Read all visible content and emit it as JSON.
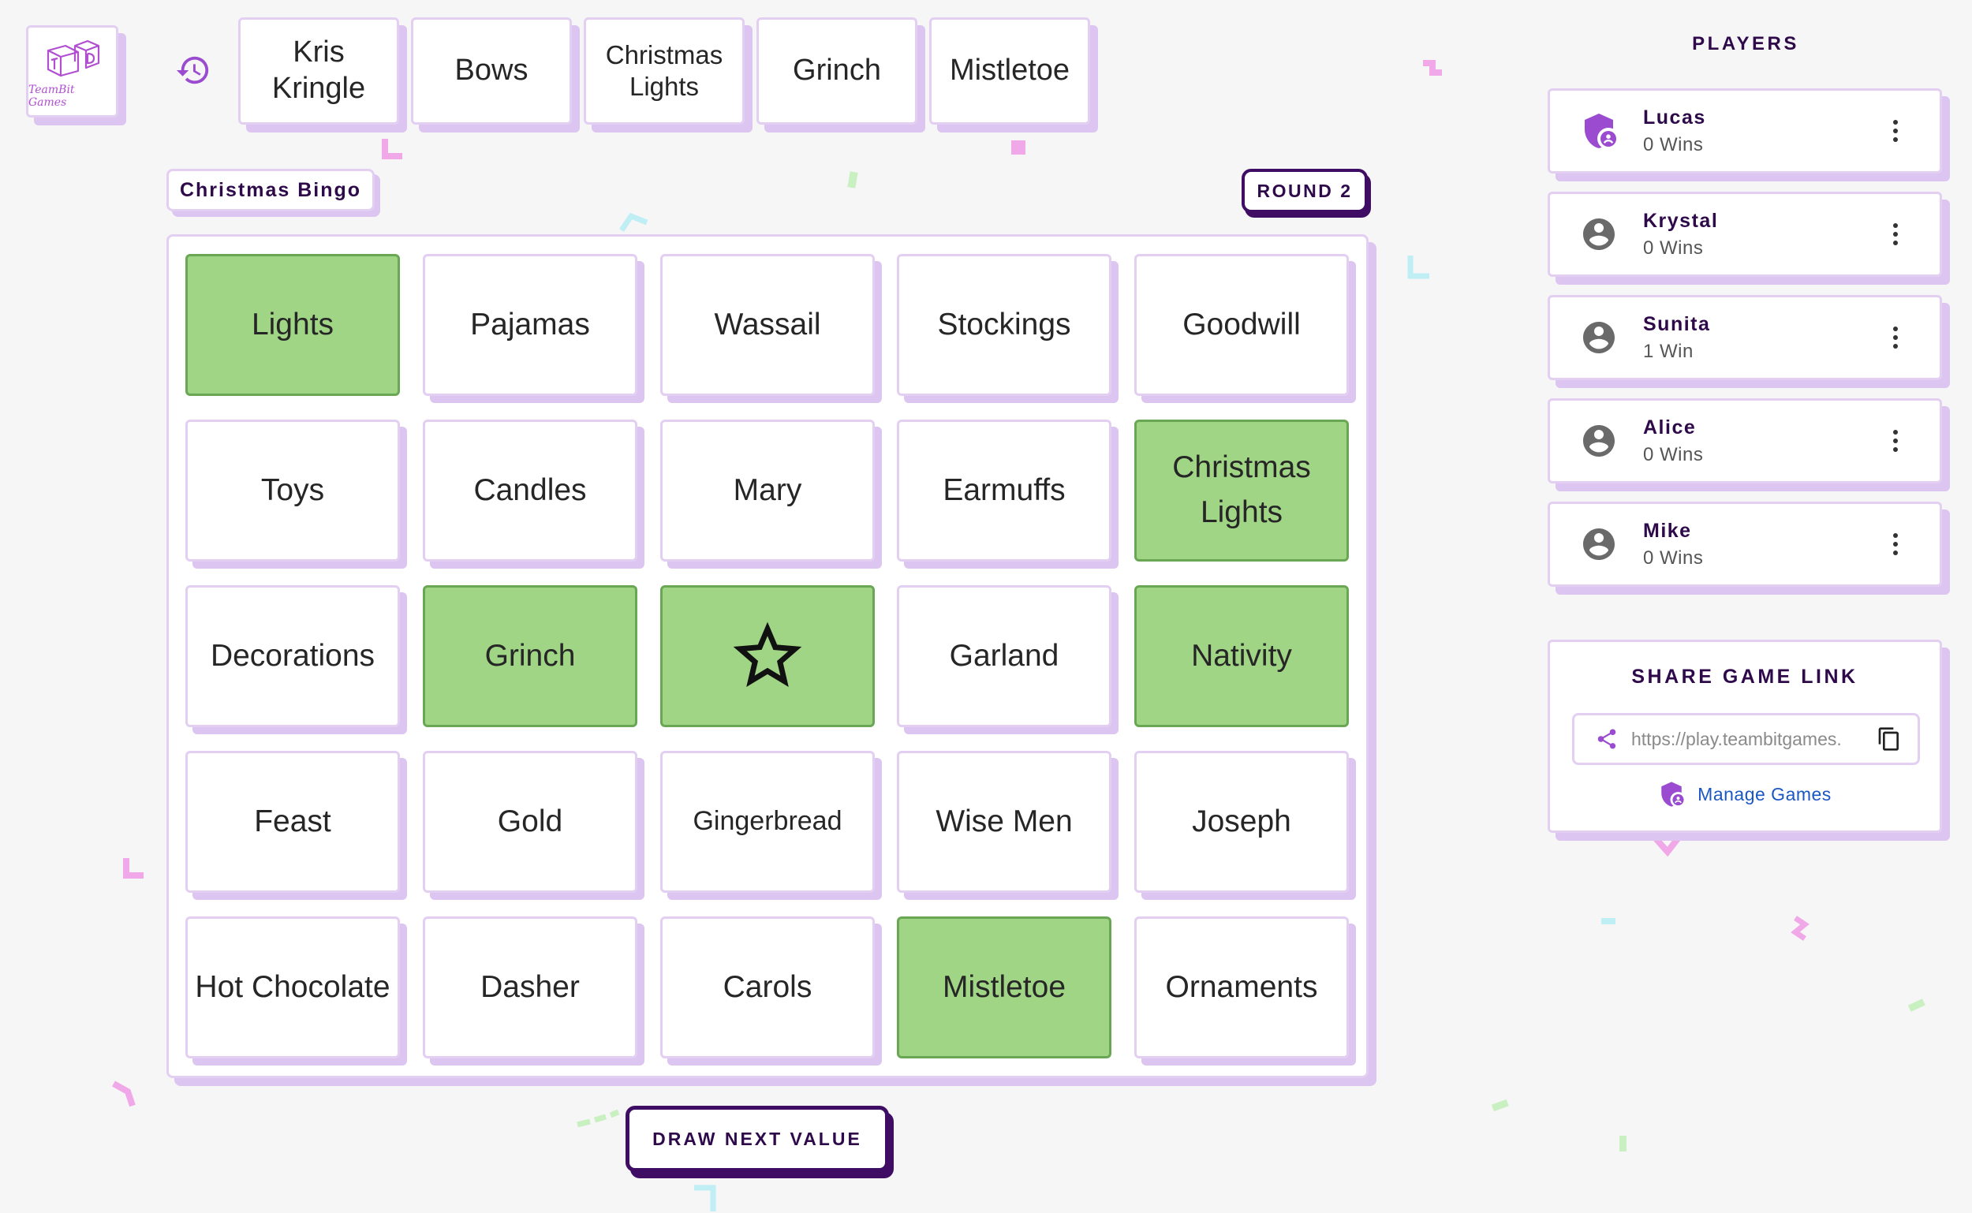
{
  "colors": {
    "accent_dark": "#3f0d63",
    "card_border": "#e3cff2",
    "card_shadow": "#dcc5f0",
    "marked_cell": "#a0d585",
    "marked_border": "#6aa754",
    "link": "#1b57c4"
  },
  "logo": {
    "text": "TeamBit Games",
    "icon": "toy-blocks-icon"
  },
  "history": {
    "icon": "history-icon"
  },
  "drawn_values": [
    "Kris Kringle",
    "Bows",
    "Christmas Lights",
    "Grinch",
    "Mistletoe"
  ],
  "game": {
    "name": "Christmas Bingo",
    "round": "ROUND 2"
  },
  "board": {
    "rows": [
      [
        {
          "label": "Lights",
          "marked": true
        },
        {
          "label": "Pajamas",
          "marked": false
        },
        {
          "label": "Wassail",
          "marked": false
        },
        {
          "label": "Stockings",
          "marked": false
        },
        {
          "label": "Goodwill",
          "marked": false
        }
      ],
      [
        {
          "label": "Toys",
          "marked": false
        },
        {
          "label": "Candles",
          "marked": false
        },
        {
          "label": "Mary",
          "marked": false
        },
        {
          "label": "Earmuffs",
          "marked": false
        },
        {
          "label": "Christmas Lights",
          "marked": true
        }
      ],
      [
        {
          "label": "Decorations",
          "marked": false
        },
        {
          "label": "Grinch",
          "marked": true
        },
        {
          "label": "",
          "marked": true,
          "free": true,
          "icon": "star-icon"
        },
        {
          "label": "Garland",
          "marked": false
        },
        {
          "label": "Nativity",
          "marked": true
        }
      ],
      [
        {
          "label": "Feast",
          "marked": false
        },
        {
          "label": "Gold",
          "marked": false
        },
        {
          "label": "Gingerbread",
          "marked": false
        },
        {
          "label": "Wise Men",
          "marked": false
        },
        {
          "label": "Joseph",
          "marked": false
        }
      ],
      [
        {
          "label": "Hot Chocolate",
          "marked": false
        },
        {
          "label": "Dasher",
          "marked": false
        },
        {
          "label": "Carols",
          "marked": false
        },
        {
          "label": "Mistletoe",
          "marked": true
        },
        {
          "label": "Ornaments",
          "marked": false
        }
      ]
    ]
  },
  "draw_button": {
    "label": "DRAW NEXT VALUE"
  },
  "players": {
    "title": "PLAYERS",
    "list": [
      {
        "name": "Lucas",
        "wins": "0 Wins",
        "avatar": "admin-shield-icon"
      },
      {
        "name": "Krystal",
        "wins": "0 Wins",
        "avatar": "account-circle-icon"
      },
      {
        "name": "Sunita",
        "wins": "1 Win",
        "avatar": "account-circle-icon"
      },
      {
        "name": "Alice",
        "wins": "0 Wins",
        "avatar": "account-circle-icon"
      },
      {
        "name": "Mike",
        "wins": "0 Wins",
        "avatar": "account-circle-icon"
      }
    ]
  },
  "share": {
    "title": "SHARE GAME LINK",
    "url": "https://play.teambitgames.",
    "manage_label": "Manage Games"
  }
}
